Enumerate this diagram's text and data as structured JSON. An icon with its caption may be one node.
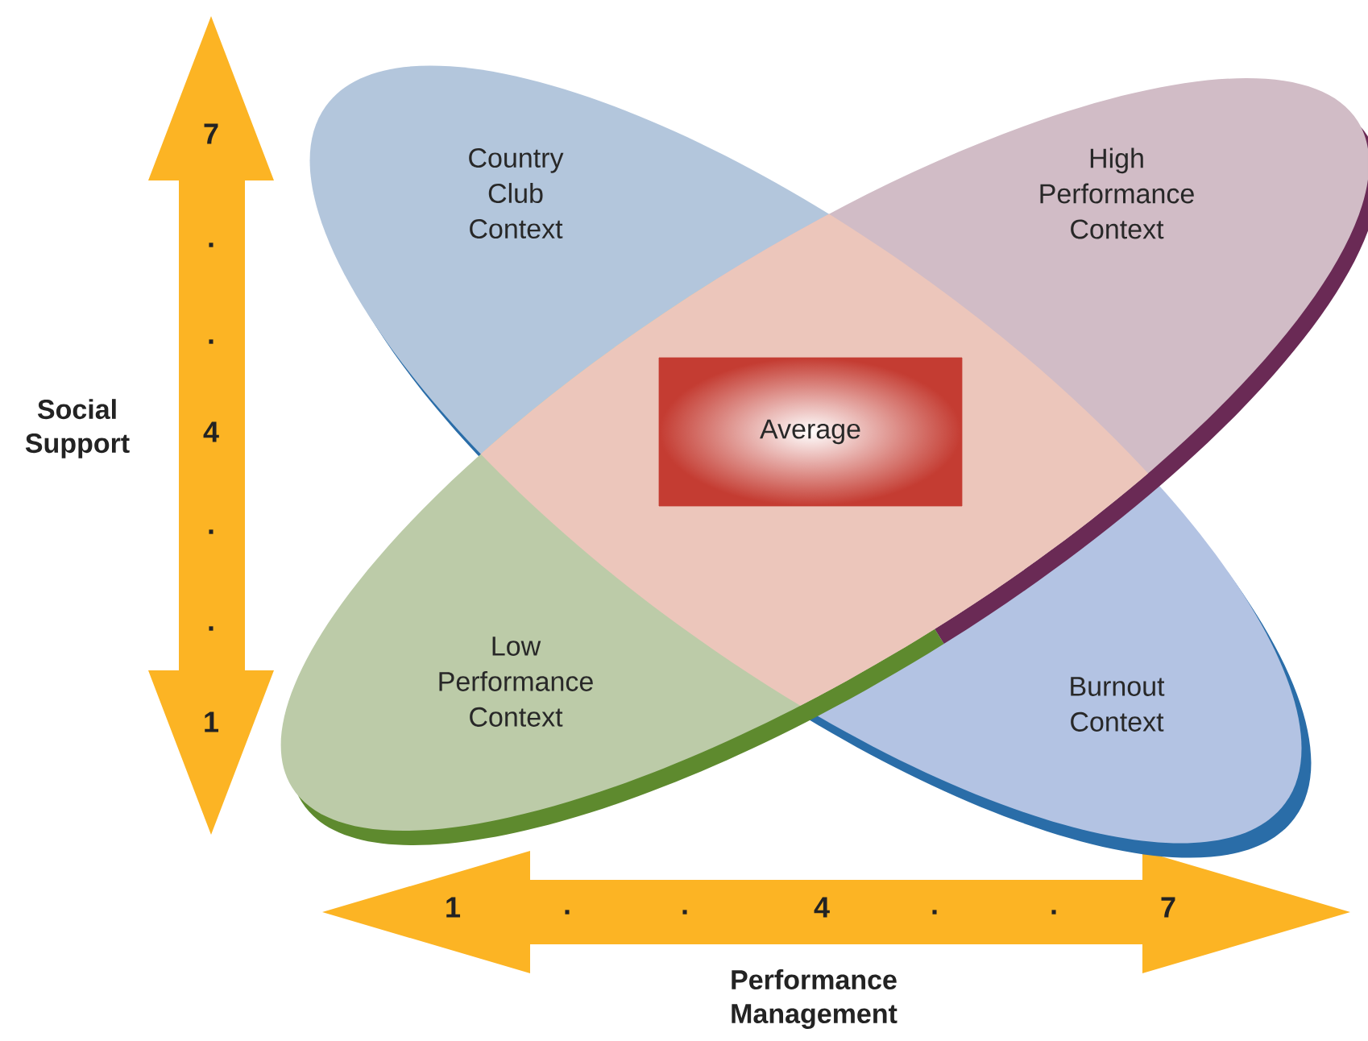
{
  "diagram": {
    "nodes": [
      {
        "text": [
          "Country Club Context"
        ]
      },
      {
        "text": [
          "High Performance Context"
        ]
      },
      {
        "text": [
          "Average"
        ]
      },
      {
        "text": [
          "Low Performance Context"
        ]
      },
      {
        "text": [
          "Burnout Context"
        ]
      }
    ],
    "labels": [
      "7",
      ".",
      ".",
      "Social Support",
      "4",
      ".",
      ".",
      "1",
      "1",
      ".",
      ".",
      "4",
      ".",
      ".",
      "7",
      "Performance Management"
    ]
  }
}
